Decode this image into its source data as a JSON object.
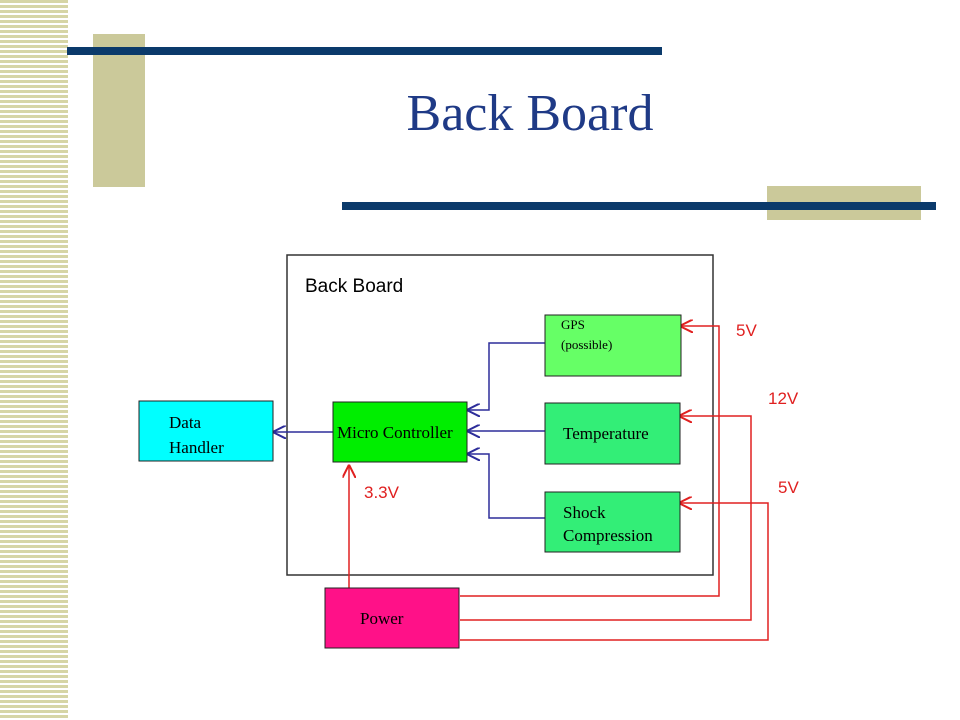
{
  "slide": {
    "title": "Back Board"
  },
  "colors": {
    "accent": "#cbc99a",
    "rule": "#0b3a6b",
    "title": "#1f3a86",
    "signal_line": "#2d2d9a",
    "power_line": "#e02020"
  },
  "diagram": {
    "board_label": "Back Board",
    "nodes": {
      "gps": {
        "line1": "GPS",
        "line2": "(possible)",
        "color": "#66ff66"
      },
      "temperature": {
        "label": "Temperature",
        "color": "#33ee77"
      },
      "shock": {
        "line1": "Shock",
        "line2": "Compression",
        "color": "#33ee77"
      },
      "micro_controller": {
        "label": "Micro Controller",
        "color": "#00ee00"
      },
      "data_handler": {
        "line1": "Data",
        "line2": "Handler",
        "color": "#00ffff"
      },
      "power": {
        "label": "Power",
        "color": "#ff1188"
      }
    },
    "voltages": {
      "gps": "5V",
      "temperature": "12V",
      "shock": "5V",
      "micro_controller": "3.3V"
    }
  }
}
